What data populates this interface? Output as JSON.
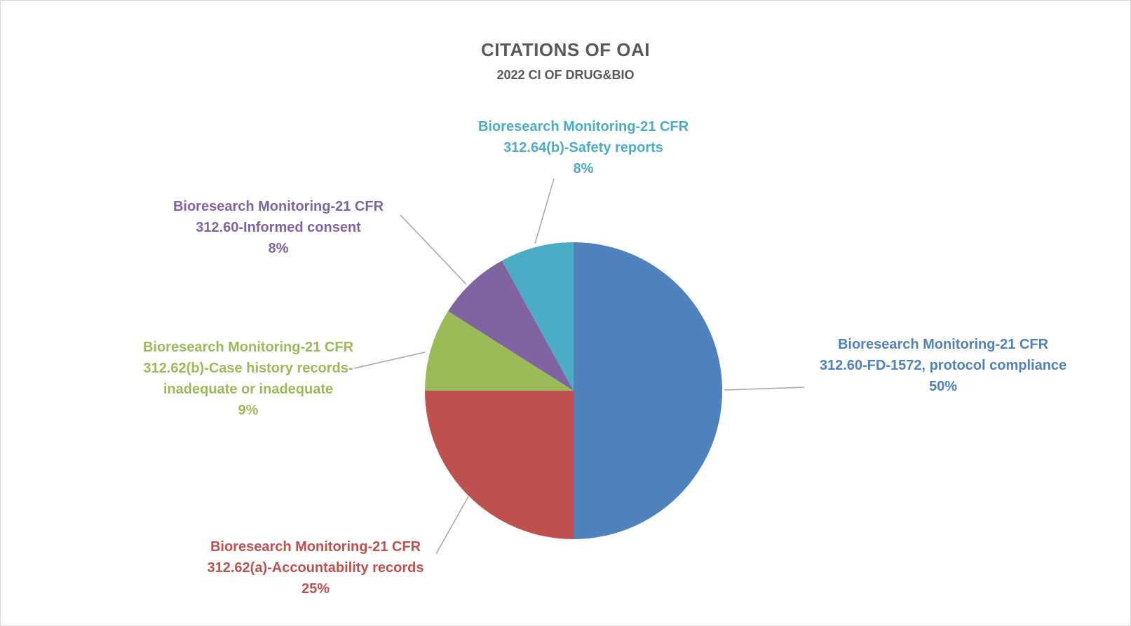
{
  "chart_data": {
    "type": "pie",
    "title": "CITATIONS OF OAI",
    "subtitle": "2022 CI OF DRUG&BIO",
    "slices": [
      {
        "label": [
          "Bioresearch Monitoring-21 CFR",
          "312.60-FD-1572, protocol compliance"
        ],
        "value": 50,
        "value_label": "50%",
        "color": "#4f81bd"
      },
      {
        "label": [
          "Bioresearch Monitoring-21 CFR",
          "312.62(a)-Accountability records"
        ],
        "value": 25,
        "value_label": "25%",
        "color": "#c0504d"
      },
      {
        "label": [
          "Bioresearch Monitoring-21 CFR",
          "312.62(b)-Case history records-",
          "inadequate or inadequate"
        ],
        "value": 9,
        "value_label": "9%",
        "color": "#9bbb59"
      },
      {
        "label": [
          "Bioresearch Monitoring-21 CFR",
          "312.60-Informed consent"
        ],
        "value": 8,
        "value_label": "8%",
        "color": "#8064a2"
      },
      {
        "label": [
          "Bioresearch Monitoring-21 CFR",
          "312.64(b)-Safety reports"
        ],
        "value": 8,
        "value_label": "8%",
        "color": "#4bacc6"
      }
    ],
    "legend": "none",
    "start_angle": "12 o'clock",
    "direction": "clockwise"
  }
}
